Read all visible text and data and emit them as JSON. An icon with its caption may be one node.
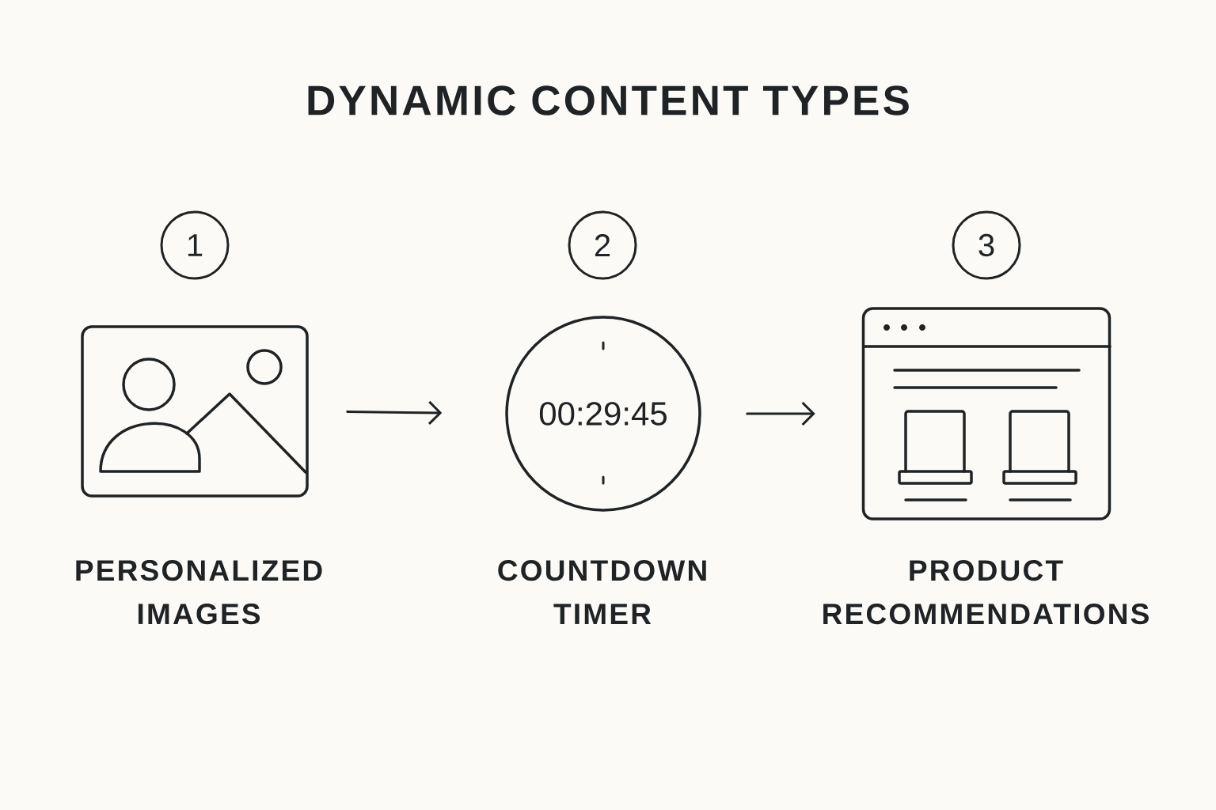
{
  "diagram": {
    "title": "DYNAMIC CONTENT TYPES",
    "nodes": [
      {
        "text": [],
        "shape": "picture",
        "beside": [
          "1",
          "PERSONALIZED IMAGES"
        ]
      },
      {
        "text": [
          "00:29:45"
        ],
        "beside": [
          "2",
          "COUNTDOWN TIMER"
        ]
      },
      {
        "text": [],
        "shape": "picture",
        "beside": [
          "3",
          "PRODUCT RECOMMENDATIONS"
        ]
      }
    ],
    "edges": [
      {
        "from": 0,
        "to": 1,
        "arrow": "to"
      },
      {
        "from": 1,
        "to": 2,
        "arrow": "to"
      }
    ]
  }
}
